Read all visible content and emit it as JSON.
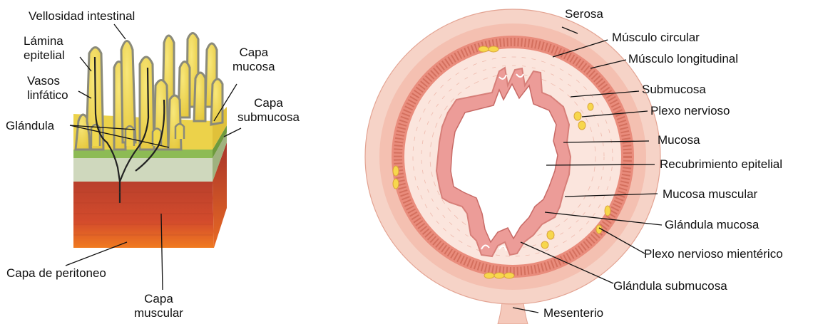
{
  "left_panel": {
    "labels": {
      "villus": "Vellosidad intestinal",
      "epithelium": "Lámina\nepitelial",
      "lymph": "Vasos\nlinfático",
      "gland": "Glándula",
      "mucosa": "Capa\nmucosa",
      "submucosa": "Capa\nsubmucosa",
      "peritoneum": "Capa de peritoneo",
      "muscular": "Capa\nmuscular"
    },
    "colors": {
      "villus_yellow": "#f2d84a",
      "villus_outline": "#8a8a7a",
      "green_band": "#8dbb55",
      "submucosa_band": "#c9d6b4",
      "muscle_red": "#c8402a",
      "muscle_orange": "#ef6a1f"
    }
  },
  "right_panel": {
    "labels": {
      "serosa": "Serosa",
      "circular": "Músculo circular",
      "longitudinal": "Músculo longitudinal",
      "submucosa": "Submucosa",
      "plexus": "Plexo nervioso",
      "mucosa": "Mucosa",
      "epithelial": "Recubrimiento epitelial",
      "muscularis_mucosa": "Mucosa muscular",
      "mucous_gland": "Glándula mucosa",
      "myenteric": "Plexo nervioso mientérico",
      "submucous_gland": "Glándula submucosa",
      "mesentery": "Mesenterio"
    },
    "colors": {
      "muscle_ring": "#e8897a",
      "outer_ring": "#f7d4c9",
      "submucosa": "#fbe6df",
      "mucosa": "#eea6a3",
      "plexus_yellow": "#f7d74d"
    }
  }
}
